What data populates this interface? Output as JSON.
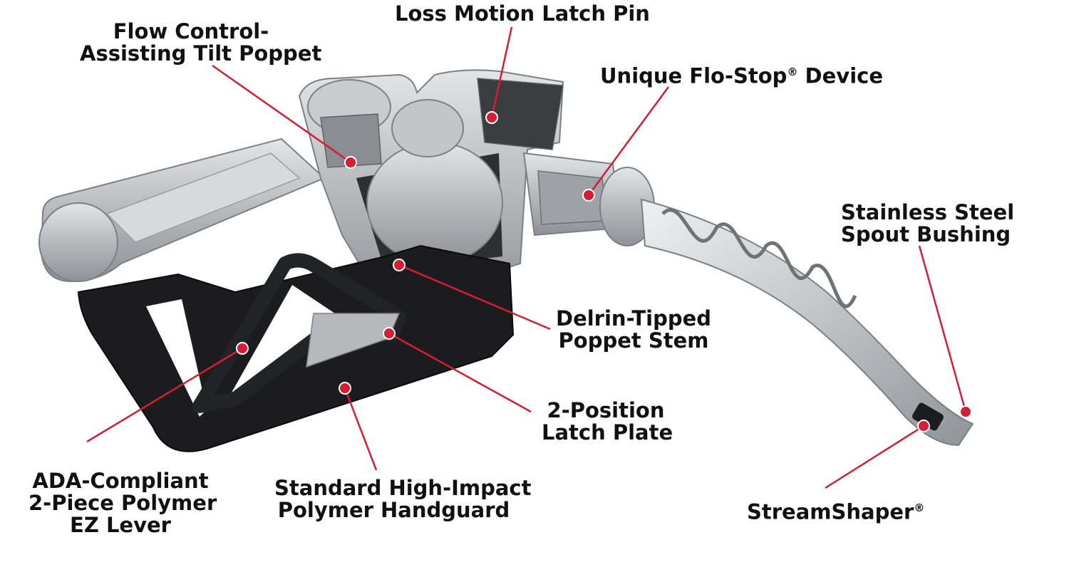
{
  "colors": {
    "callout": "#d21f35",
    "metal": "#b9bcbf",
    "metal_dark": "#8d9196",
    "polymer": "#1c1c1e",
    "text": "#111111"
  },
  "icons": [
    "nozzle-cutaway-illustration",
    "callout-dot"
  ],
  "callouts": {
    "loss_motion": {
      "line1": "Loss Motion Latch Pin"
    },
    "flow_control": {
      "line1": "Flow Control-",
      "line2": "Assisting Tilt Poppet"
    },
    "flo_stop": {
      "line1": "Unique Flo-Stop",
      "mark": "®",
      "line1_end": " Device"
    },
    "spout_bushing": {
      "line1": "Stainless Steel",
      "line2": "Spout Bushing"
    },
    "delrin": {
      "line1": "Delrin-Tipped",
      "line2": "Poppet Stem"
    },
    "latch_plate": {
      "line1": "2-Position",
      "line2": "Latch Plate"
    },
    "ez_lever": {
      "line1": "ADA-Compliant",
      "line2": "2-Piece Polymer",
      "line3": "EZ Lever"
    },
    "handguard": {
      "line1": "Standard High-Impact",
      "line2": "Polymer Handguard"
    },
    "streamshaper": {
      "line1": "StreamShaper",
      "mark": "®"
    }
  }
}
